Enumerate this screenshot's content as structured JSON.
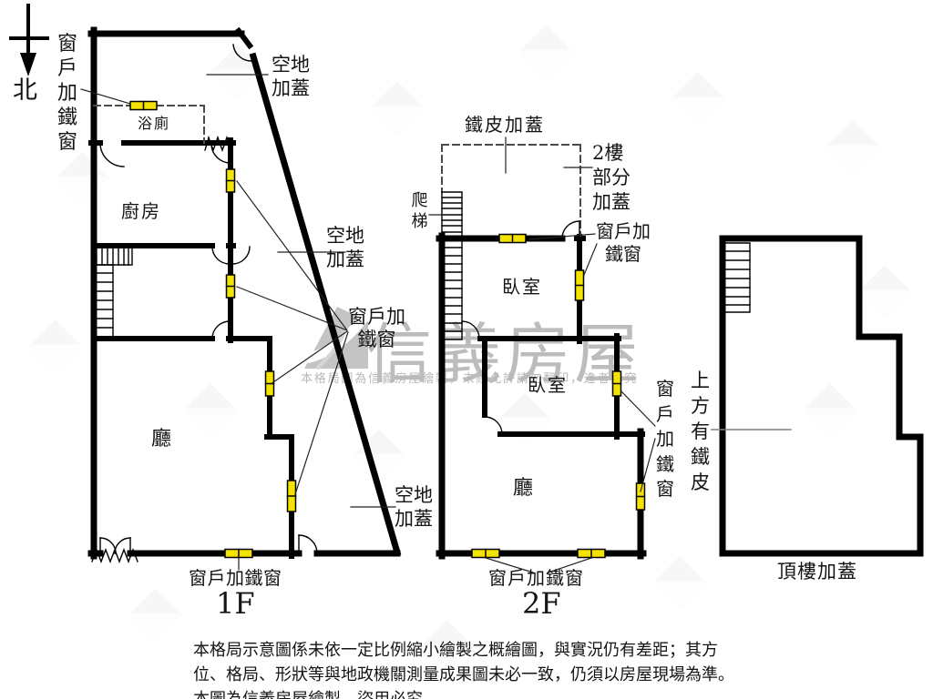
{
  "compass": {
    "north_label": "北"
  },
  "floor1": {
    "floor_label": "1F",
    "rooms": {
      "bathroom": "浴廁",
      "kitchen": "廚房",
      "hall": "廳"
    },
    "annotations": {
      "left_window_note": "窗戶加鐵窗",
      "open_area_top": "空地加蓋",
      "open_area_mid": "空地加蓋",
      "open_area_bottom": "空地加蓋",
      "window_mid_note": "窗戶加鐵窗",
      "window_bottom_note": "窗戶加鐵窗"
    }
  },
  "floor2": {
    "floor_label": "2F",
    "rooms": {
      "bedroom1": "臥室",
      "bedroom2": "臥室",
      "hall": "廳"
    },
    "annotations": {
      "metal_cover": "鐵皮加蓋",
      "partial_cover": "2樓部分加蓋",
      "ladder": "爬梯",
      "window_topright_note": "窗戶加鐵窗",
      "window_right_note": "窗戶加鐵窗",
      "window_bottom_note": "窗戶加鐵窗"
    }
  },
  "roof": {
    "label": "頂樓加蓋",
    "metal_above_note": "上方有鐵皮"
  },
  "watermark": {
    "brand": "信義房屋",
    "notice": "本格局圖為信義房屋繪製，未經允許請勿翻印，違者必究"
  },
  "disclaimer": {
    "lines": [
      "本格局示意圖係未依一定比例縮小繪製之概繪圖，與實況仍有差距；其方",
      "位、格局、形狀等與地政機關測量成果圖未必一致，仍須以房屋現場為準。",
      "本圖為信義房屋繪製，盜用必究。"
    ]
  },
  "colors": {
    "wall": "#000000",
    "window_yellow": "#f2e300",
    "watermark_gray": "#bcbcbc"
  }
}
